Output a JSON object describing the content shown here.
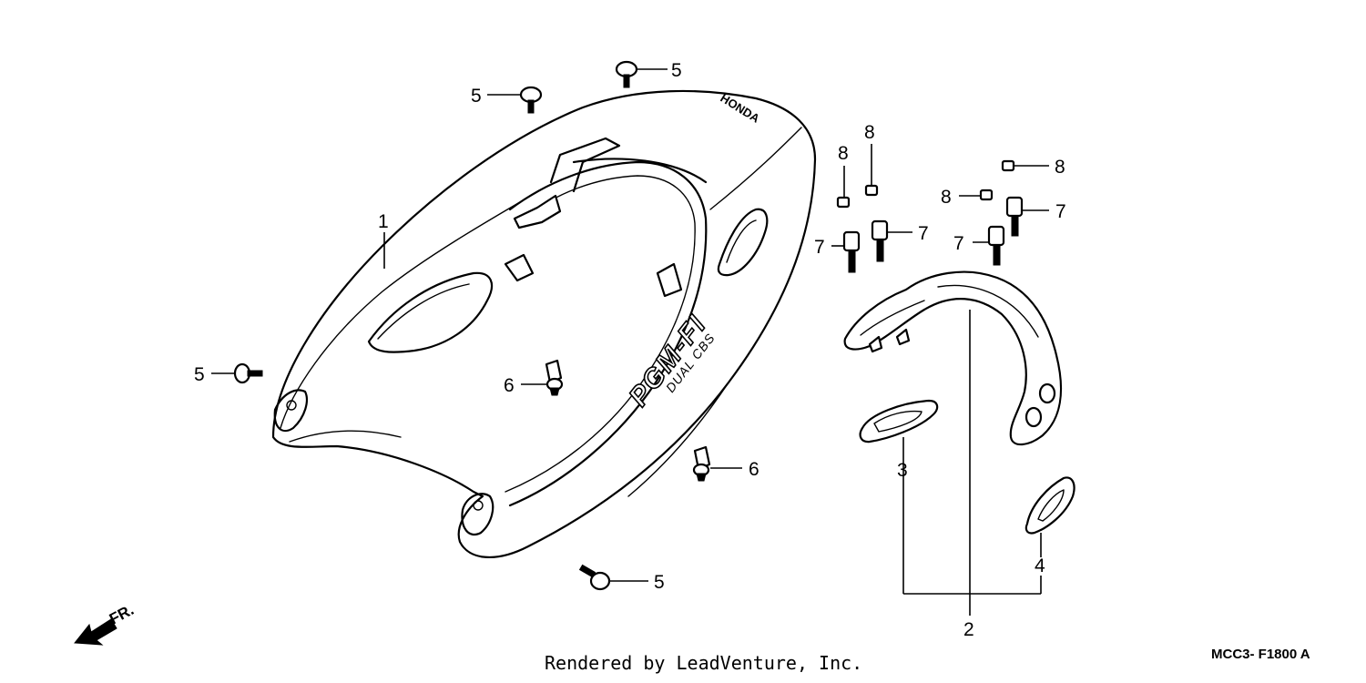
{
  "diagram": {
    "brand_text": "HONDA",
    "logo_text": "PGM-FI",
    "logo_subtext": "DUAL CBS",
    "direction_label": "FR.",
    "callouts": [
      {
        "id": "c1",
        "text": "1"
      },
      {
        "id": "c2",
        "text": "2"
      },
      {
        "id": "c3",
        "text": "3"
      },
      {
        "id": "c4",
        "text": "4"
      },
      {
        "id": "c5a",
        "text": "5"
      },
      {
        "id": "c5b",
        "text": "5"
      },
      {
        "id": "c5c",
        "text": "5"
      },
      {
        "id": "c5d",
        "text": "5"
      },
      {
        "id": "c6a",
        "text": "6"
      },
      {
        "id": "c6b",
        "text": "6"
      },
      {
        "id": "c7a",
        "text": "7"
      },
      {
        "id": "c7b",
        "text": "7"
      },
      {
        "id": "c7c",
        "text": "7"
      },
      {
        "id": "c7d",
        "text": "7"
      },
      {
        "id": "c8a",
        "text": "8"
      },
      {
        "id": "c8b",
        "text": "8"
      },
      {
        "id": "c8c",
        "text": "8"
      },
      {
        "id": "c8d",
        "text": "8"
      }
    ]
  },
  "footer": {
    "credit": "Rendered by LeadVenture, Inc.",
    "diagram_code": "MCC3- F1800 A"
  }
}
